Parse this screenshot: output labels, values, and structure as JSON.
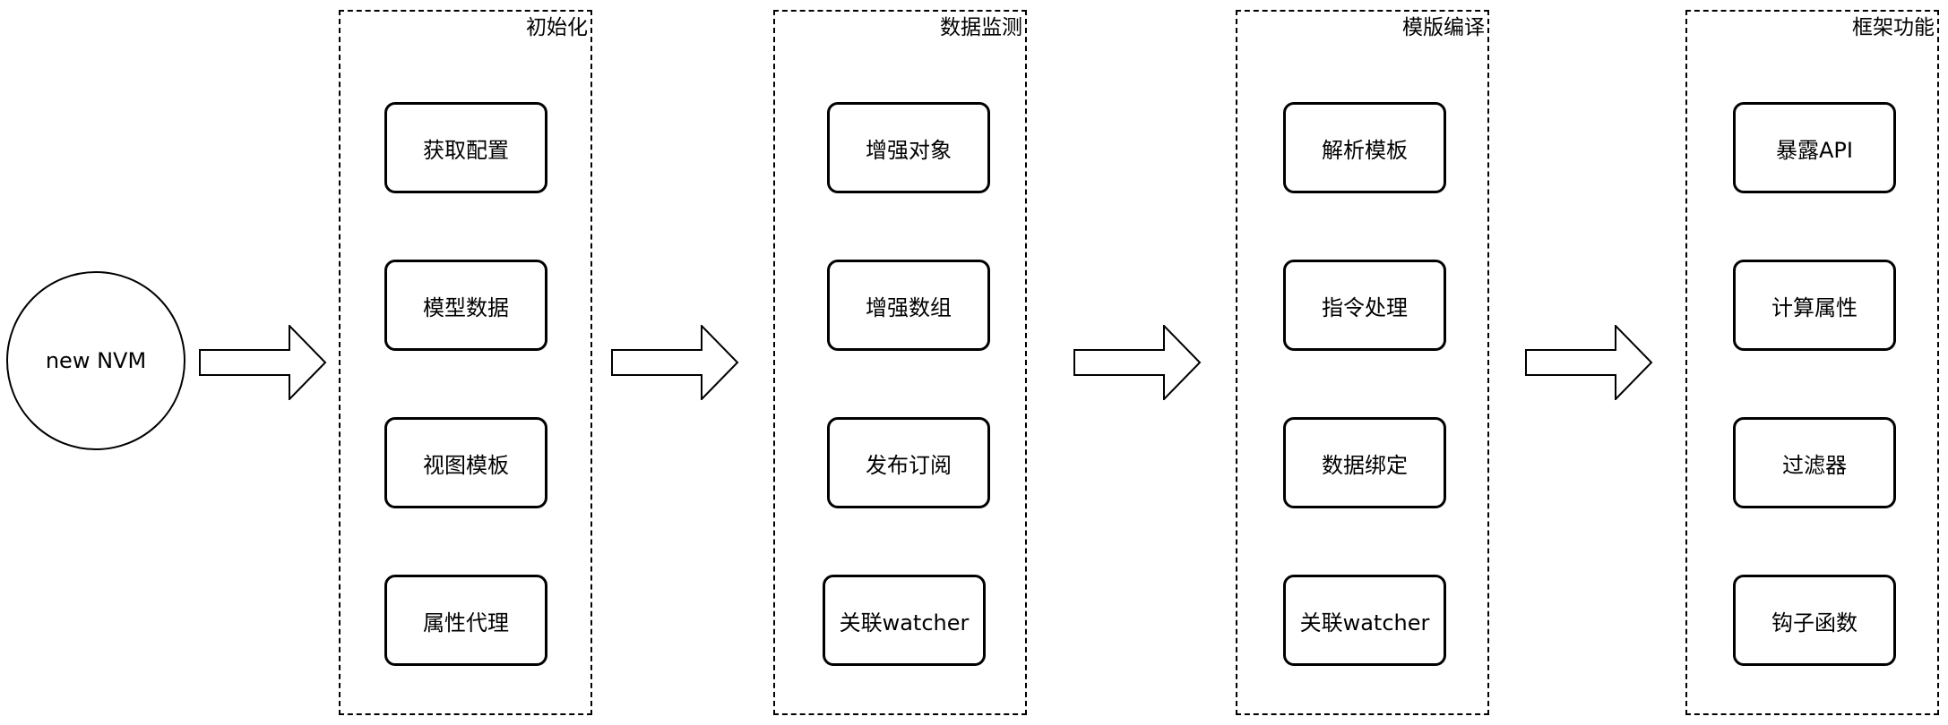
{
  "start": {
    "label": "new NVM"
  },
  "groups": [
    {
      "title": "初始化",
      "steps": [
        "获取配置",
        "模型数据",
        "视图模板",
        "属性代理"
      ]
    },
    {
      "title": "数据监测",
      "steps": [
        "增强对象",
        "增强数组",
        "发布订阅",
        "关联watcher"
      ]
    },
    {
      "title": "模版编译",
      "steps": [
        "解析模板",
        "指令处理",
        "数据绑定",
        "关联watcher"
      ]
    },
    {
      "title": "框架功能",
      "steps": [
        "暴露API",
        "计算属性",
        "过滤器",
        "钩子函数"
      ]
    }
  ],
  "arrows": [
    "arrow",
    "arrow",
    "arrow",
    "arrow"
  ]
}
